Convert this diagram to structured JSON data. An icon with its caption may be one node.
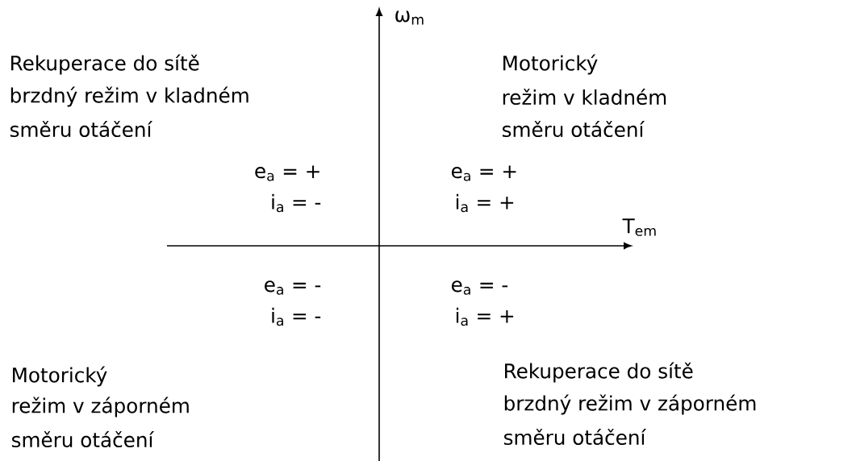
{
  "diagram": {
    "labels": [
      "Rekuperace do sítě",
      "ω$_{m}$",
      "Motorický",
      "brzdný režim v kladném",
      "režim v kladném",
      "směru otáčení",
      "směru otáčení",
      "e$_{a}$ = +",
      "e$_{a}$ = +",
      "i$_{a}$ = -",
      "i$_{a}$ = +",
      "T$_{em}$",
      "e$_{a}$ = -",
      "e$_{a}$ = -",
      "i$_{a}$ = -",
      "i$_{a}$ = +",
      "Rekuperace do sítě",
      "Motorický",
      "brzdný režim v záporném",
      "režim v záporném",
      "směru otáčení",
      "směru otáčení"
    ]
  }
}
